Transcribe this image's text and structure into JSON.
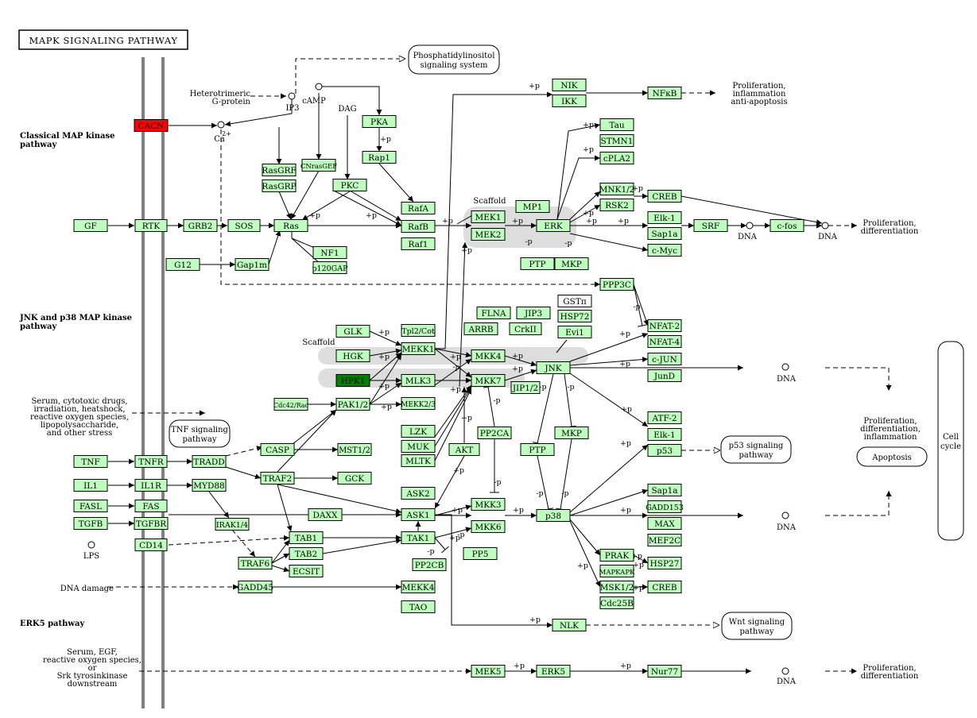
{
  "title": "MAPK SIGNALING PATHWAY",
  "colors": {
    "gene": "#bfffbf",
    "highlight_red": "#ff0000",
    "highlight_green": "#008000",
    "membrane": "#808080",
    "scaffold": "#dddddd"
  },
  "sections": {
    "classical": "Classical MAP kinase pathway",
    "jnk": "JNK and p38 MAP kinase pathway",
    "erk5": "ERK5 pathway"
  },
  "genes": [
    {
      "id": "cacn",
      "label": "CACN",
      "color": "#ff0000"
    },
    {
      "id": "gf",
      "label": "GF"
    },
    {
      "id": "rtk",
      "label": "RTK"
    },
    {
      "id": "grb2",
      "label": "GRB2"
    },
    {
      "id": "sos",
      "label": "SOS"
    },
    {
      "id": "ras",
      "label": "Ras"
    },
    {
      "id": "rasgrf",
      "label": "RasGRF"
    },
    {
      "id": "rasgrp",
      "label": "RasGRP"
    },
    {
      "id": "cnrasgef",
      "label": "CNrasGEF"
    },
    {
      "id": "pkc",
      "label": "PKC"
    },
    {
      "id": "pka",
      "label": "PKA"
    },
    {
      "id": "rap1",
      "label": "Rap1"
    },
    {
      "id": "rafa",
      "label": "RafA"
    },
    {
      "id": "rafb",
      "label": "RafB"
    },
    {
      "id": "raf1",
      "label": "Raf1"
    },
    {
      "id": "nf1",
      "label": "NF1"
    },
    {
      "id": "p120gap",
      "label": "p120GAP"
    },
    {
      "id": "g12",
      "label": "G12"
    },
    {
      "id": "gap1m",
      "label": "Gap1m"
    },
    {
      "id": "mek1",
      "label": "MEK1"
    },
    {
      "id": "mek2",
      "label": "MEK2"
    },
    {
      "id": "mp1",
      "label": "MP1"
    },
    {
      "id": "erk",
      "label": "ERK"
    },
    {
      "id": "ptp1",
      "label": "PTP"
    },
    {
      "id": "mkp1",
      "label": "MKP"
    },
    {
      "id": "nik",
      "label": "NIK"
    },
    {
      "id": "ikk",
      "label": "IKK"
    },
    {
      "id": "nfkb",
      "label": "NFκB"
    },
    {
      "id": "tau",
      "label": "Tau"
    },
    {
      "id": "stmn1",
      "label": "STMN1"
    },
    {
      "id": "cpla2",
      "label": "cPLA2"
    },
    {
      "id": "mnk12",
      "label": "MNK1/2"
    },
    {
      "id": "rsk2",
      "label": "RSK2"
    },
    {
      "id": "creb1",
      "label": "CREB"
    },
    {
      "id": "elk1a",
      "label": "Elk-1"
    },
    {
      "id": "sap1a1",
      "label": "Sap1a"
    },
    {
      "id": "cmyc",
      "label": "c-Myc"
    },
    {
      "id": "srf",
      "label": "SRF"
    },
    {
      "id": "cfos",
      "label": "c-fos"
    },
    {
      "id": "ppp3c",
      "label": "PPP3C"
    },
    {
      "id": "nfat2",
      "label": "NFAT-2"
    },
    {
      "id": "nfat4",
      "label": "NFAT-4"
    },
    {
      "id": "flna",
      "label": "FLNA"
    },
    {
      "id": "jip3",
      "label": "JIP3"
    },
    {
      "id": "arrb",
      "label": "ARRB"
    },
    {
      "id": "crkii",
      "label": "CrkII"
    },
    {
      "id": "gstpi",
      "label": "GSTπ",
      "color": "#ffffff"
    },
    {
      "id": "hsp72",
      "label": "HSP72"
    },
    {
      "id": "evi1",
      "label": "Evi1"
    },
    {
      "id": "glk",
      "label": "GLK"
    },
    {
      "id": "hgk",
      "label": "HGK"
    },
    {
      "id": "hpk1",
      "label": "HPK1",
      "color": "#008000"
    },
    {
      "id": "tpl2",
      "label": "Tpl2/Cot"
    },
    {
      "id": "mekk1",
      "label": "MEKK1"
    },
    {
      "id": "mlk3",
      "label": "MLK3"
    },
    {
      "id": "mekk23",
      "label": "MEKK2/3"
    },
    {
      "id": "cdc42",
      "label": "Cdc42/Rac"
    },
    {
      "id": "pak12",
      "label": "PAK1/2"
    },
    {
      "id": "mkk4",
      "label": "MKK4"
    },
    {
      "id": "mkk7",
      "label": "MKK7"
    },
    {
      "id": "jnk",
      "label": "JNK"
    },
    {
      "id": "jip12",
      "label": "JIP1/2"
    },
    {
      "id": "cjun",
      "label": "c-JUN"
    },
    {
      "id": "jund",
      "label": "JunD"
    },
    {
      "id": "atf2",
      "label": "ATF-2"
    },
    {
      "id": "elk1b",
      "label": "Elk-1"
    },
    {
      "id": "p53",
      "label": "p53"
    },
    {
      "id": "lzk",
      "label": "LZK"
    },
    {
      "id": "muk",
      "label": "MUK"
    },
    {
      "id": "mltk",
      "label": "MLTK"
    },
    {
      "id": "pp2ca",
      "label": "PP2CA"
    },
    {
      "id": "akt",
      "label": "AKT"
    },
    {
      "id": "ptp2",
      "label": "PTP"
    },
    {
      "id": "mkp2",
      "label": "MKP"
    },
    {
      "id": "tnf",
      "label": "TNF"
    },
    {
      "id": "tnfr",
      "label": "TNFR"
    },
    {
      "id": "tradd",
      "label": "TRADD"
    },
    {
      "id": "casp",
      "label": "CASP"
    },
    {
      "id": "mst12",
      "label": "MST1/2"
    },
    {
      "id": "traf2",
      "label": "TRAF2"
    },
    {
      "id": "gck",
      "label": "GCK"
    },
    {
      "id": "il1",
      "label": "IL1"
    },
    {
      "id": "il1r",
      "label": "IL1R"
    },
    {
      "id": "myd88",
      "label": "MYD88"
    },
    {
      "id": "fasl",
      "label": "FASL"
    },
    {
      "id": "fas",
      "label": "FAS"
    },
    {
      "id": "tgfb",
      "label": "TGFB"
    },
    {
      "id": "tgfbr",
      "label": "TGFBR"
    },
    {
      "id": "cd14",
      "label": "CD14"
    },
    {
      "id": "irak14",
      "label": "IRAK1/4"
    },
    {
      "id": "daxx",
      "label": "DAXX"
    },
    {
      "id": "ask2",
      "label": "ASK2"
    },
    {
      "id": "ask1",
      "label": "ASK1"
    },
    {
      "id": "mkk3",
      "label": "MKK3"
    },
    {
      "id": "mkk6",
      "label": "MKK6"
    },
    {
      "id": "p38",
      "label": "p38"
    },
    {
      "id": "tab1",
      "label": "TAB1"
    },
    {
      "id": "tab2",
      "label": "TAB2"
    },
    {
      "id": "tak1",
      "label": "TAK1"
    },
    {
      "id": "traf6",
      "label": "TRAF6"
    },
    {
      "id": "ecsit",
      "label": "ECSIT"
    },
    {
      "id": "pp2cb",
      "label": "PP2CB"
    },
    {
      "id": "pp5",
      "label": "PP5"
    },
    {
      "id": "sap1a2",
      "label": "Sap1a"
    },
    {
      "id": "gadd153",
      "label": "GADD153"
    },
    {
      "id": "max",
      "label": "MAX"
    },
    {
      "id": "mef2c",
      "label": "MEF2C"
    },
    {
      "id": "prak",
      "label": "PRAK"
    },
    {
      "id": "mapkapk",
      "label": "MAPKAPK"
    },
    {
      "id": "hsp27",
      "label": "HSP27"
    },
    {
      "id": "msk12",
      "label": "MSK1/2"
    },
    {
      "id": "creb2",
      "label": "CREB"
    },
    {
      "id": "cdc25b",
      "label": "Cdc25B"
    },
    {
      "id": "gadd45",
      "label": "GADD45"
    },
    {
      "id": "mekk4",
      "label": "MEKK4"
    },
    {
      "id": "tao",
      "label": "TAO"
    },
    {
      "id": "nlk",
      "label": "NLK"
    },
    {
      "id": "mek5",
      "label": "MEK5"
    },
    {
      "id": "erk5",
      "label": "ERK5"
    },
    {
      "id": "nur77",
      "label": "Nur77"
    }
  ],
  "maps": [
    {
      "id": "pi",
      "lines": [
        "Phosphatidylinositol",
        "signaling system"
      ]
    },
    {
      "id": "tnfsig",
      "lines": [
        "TNF signaling",
        "pathway"
      ]
    },
    {
      "id": "p53sig",
      "lines": [
        "p53 signaling",
        "pathway"
      ]
    },
    {
      "id": "wnt",
      "lines": [
        "Wnt signaling",
        "pathway"
      ]
    },
    {
      "id": "apoptosis",
      "lines": [
        "Apoptosis"
      ]
    },
    {
      "id": "cellcycle",
      "lines": [
        "Cell",
        "cycle"
      ]
    }
  ],
  "labels": [
    {
      "id": "hetero",
      "lines": [
        "Heterotrimeric",
        "G-protein"
      ]
    },
    {
      "id": "ip3",
      "lines": [
        "IP3"
      ]
    },
    {
      "id": "camp",
      "lines": [
        "cAMP"
      ]
    },
    {
      "id": "dag",
      "lines": [
        "DAG"
      ]
    },
    {
      "id": "ca",
      "lines": [
        "Ca"
      ]
    },
    {
      "id": "ca2",
      "lines": [
        "2+"
      ]
    },
    {
      "id": "lps",
      "lines": [
        "LPS"
      ]
    },
    {
      "id": "dnadamage",
      "lines": [
        "DNA damage"
      ]
    },
    {
      "id": "stress",
      "lines": [
        "Serum, cytotoxic drugs,",
        "irradiation, heatshock,",
        "reactive oxygen species,",
        "lipopolysaccharide,",
        "and other stress"
      ]
    },
    {
      "id": "serum",
      "lines": [
        "Serum, EGF,",
        "reactive oxygen species,",
        "or",
        "Srk tyrosinkinase",
        "downstream"
      ]
    },
    {
      "id": "prolif1",
      "lines": [
        "Proliferation,",
        "inflammation",
        "anti-apoptosis"
      ]
    },
    {
      "id": "prolif2",
      "lines": [
        "Proliferation,",
        "differentiation"
      ]
    },
    {
      "id": "prolif3",
      "lines": [
        "Proliferation,",
        "differentiation,",
        "inflammation"
      ]
    },
    {
      "id": "prolif4",
      "lines": [
        "Proliferation,",
        "differentiation"
      ]
    },
    {
      "id": "scaffold1",
      "lines": [
        "Scaffold"
      ]
    },
    {
      "id": "scaffold2",
      "lines": [
        "Scaffold"
      ]
    },
    {
      "id": "dna1",
      "lines": [
        "DNA"
      ]
    },
    {
      "id": "dna2",
      "lines": [
        "DNA"
      ]
    },
    {
      "id": "dna3",
      "lines": [
        "DNA"
      ]
    },
    {
      "id": "dna4",
      "lines": [
        "DNA"
      ]
    },
    {
      "id": "dna5",
      "lines": [
        "DNA"
      ]
    }
  ],
  "mods": {
    "p": "+p",
    "mp": "-p"
  }
}
